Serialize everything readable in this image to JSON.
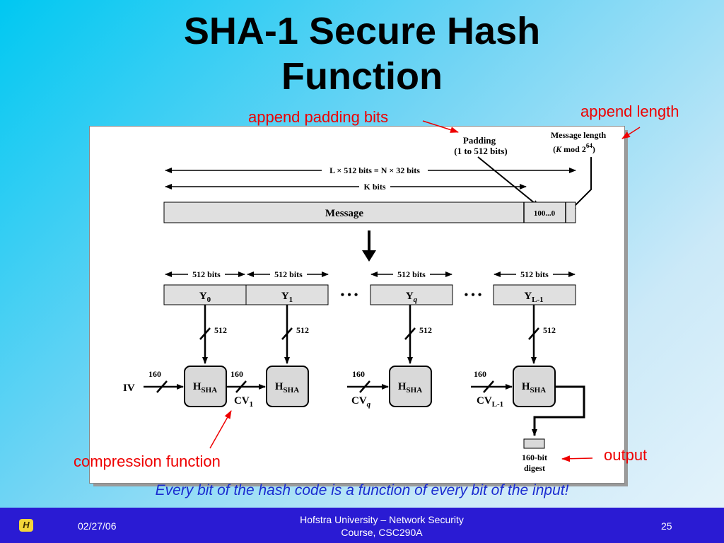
{
  "slide": {
    "title_line1": "SHA-1 Secure Hash",
    "title_line2": "Function",
    "tagline": "Every bit of the hash code is a function of every bit of the input!"
  },
  "callouts": {
    "padding": "append padding bits",
    "length": "append length",
    "compression": "compression function",
    "output": "output"
  },
  "diagram": {
    "padding_label_1": "Padding",
    "padding_label_2": "(1 to 512 bits)",
    "length_label_1": "Message length",
    "length_label_2_a": "(",
    "length_label_2_k": "K",
    "length_label_2_b": " mod 2",
    "length_label_2_sup": "64",
    "length_label_2_c": ")",
    "total_bits": "L × 512 bits = N × 32 bits",
    "k_bits": "K bits",
    "message": "Message",
    "padding_value": "100...0",
    "block_bits": "512 bits",
    "blocks": [
      {
        "name": "Y",
        "sub": "0"
      },
      {
        "name": "Y",
        "sub": "1"
      },
      {
        "name": "Y",
        "sub": "q"
      },
      {
        "name": "Y",
        "sub": "L-1"
      }
    ],
    "ellipsis": "• • •",
    "input_width": "512",
    "cv_width": "160",
    "hash_name": "H",
    "hash_sub": "SHA",
    "iv": "IV",
    "cv_labels": [
      {
        "name": "CV",
        "sub": "1"
      },
      {
        "name": "CV",
        "sub": "q"
      },
      {
        "name": "CV",
        "sub": "L-1"
      }
    ],
    "digest_1": "160-bit",
    "digest_2": "digest"
  },
  "footer": {
    "logo_glyph": "H",
    "date": "02/27/06",
    "course_line1": "Hofstra University – Network Security",
    "course_line2": "Course, CSC290A",
    "page": "25"
  },
  "colors": {
    "callout": "#ee0000",
    "tagline": "#1a2bd0",
    "footer": "#2a1bd3",
    "block_fill": "#e0e0e0",
    "hash_fill": "#d9d9d9"
  }
}
